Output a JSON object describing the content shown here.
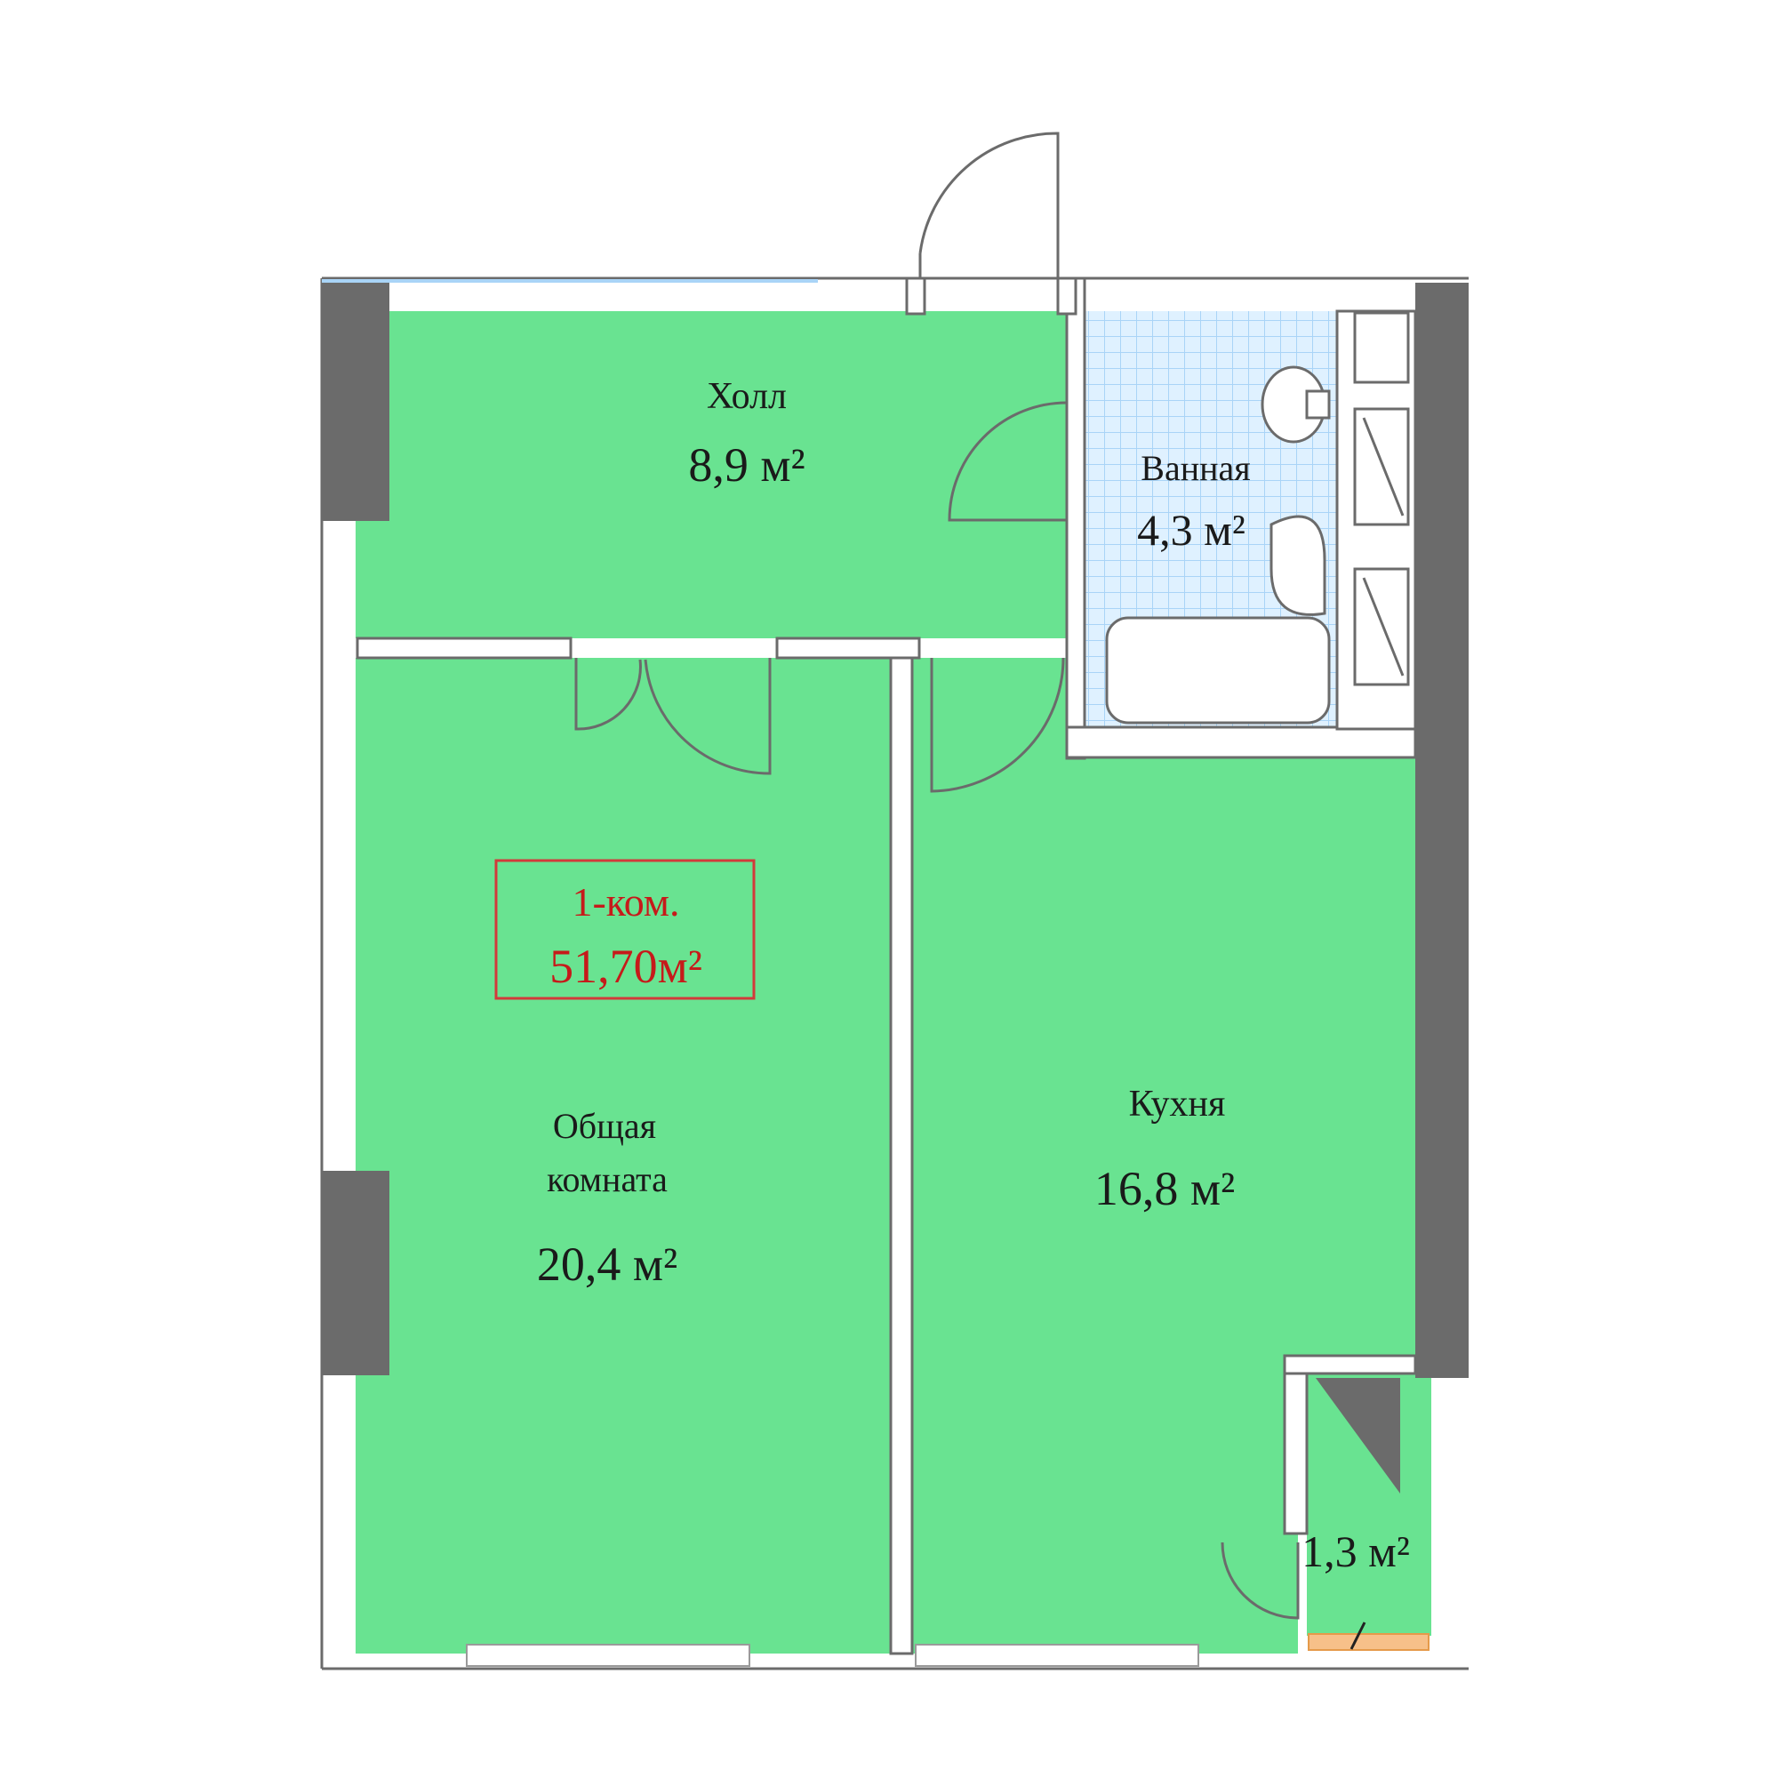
{
  "colors": {
    "room_fill": "#69e391",
    "bath_fill": "#dff1ff",
    "bath_grid": "#a9d4f7",
    "column": "#6b6b6b",
    "badge_border": "#d23a3a",
    "badge_text": "#c61a1a",
    "vent": "#f7c089"
  },
  "rooms": {
    "hall": {
      "name": "Холл",
      "area": "8,9 м²"
    },
    "bath": {
      "name": "Ванная",
      "area": "4,3 м²"
    },
    "living": {
      "name_line1": "Общая",
      "name_line2": "комната",
      "area": "20,4 м²"
    },
    "kitchen": {
      "name": "Кухня",
      "area": "16,8 м²"
    },
    "closet": {
      "area": "1,3 м²"
    }
  },
  "badge": {
    "line1": "1-ком.",
    "line2": "51,70м²"
  }
}
